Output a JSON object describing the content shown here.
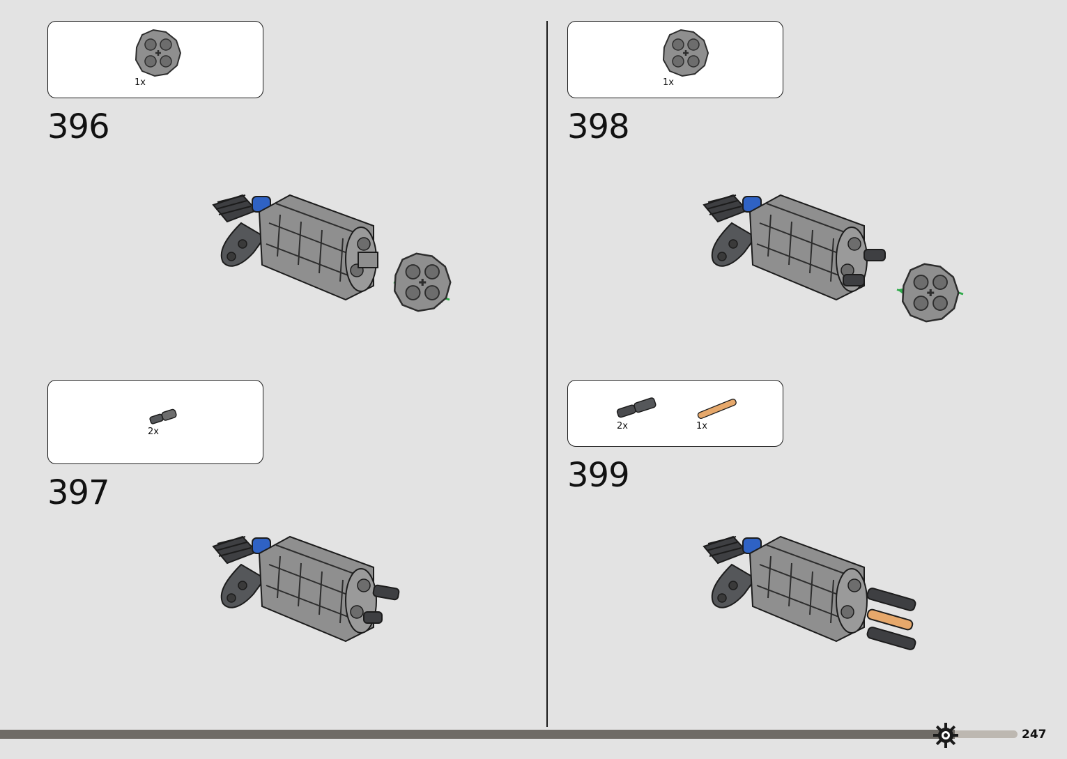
{
  "steps": [
    {
      "number": "396",
      "parts": [
        {
          "qty": "1x",
          "icon": "round-gear-plate-icon"
        }
      ]
    },
    {
      "number": "397",
      "parts": [
        {
          "qty": "2x",
          "icon": "axle-pin-icon"
        }
      ]
    },
    {
      "number": "398",
      "parts": [
        {
          "qty": "1x",
          "icon": "round-gear-plate-icon"
        }
      ]
    },
    {
      "number": "399",
      "parts": [
        {
          "qty": "2x",
          "icon": "dark-axle-pin-icon"
        },
        {
          "qty": "1x",
          "icon": "tan-axle-icon"
        }
      ]
    }
  ],
  "page_number": "247",
  "colors": {
    "background": "#e3e3e3",
    "light_gray_part": "#8f8f8f",
    "dark_gray_part": "#55575a",
    "blue_part": "#2f62c4",
    "tan_part": "#e6a86b",
    "arrow_green": "#2faa4a",
    "progress_bar": "#6f6b66"
  }
}
